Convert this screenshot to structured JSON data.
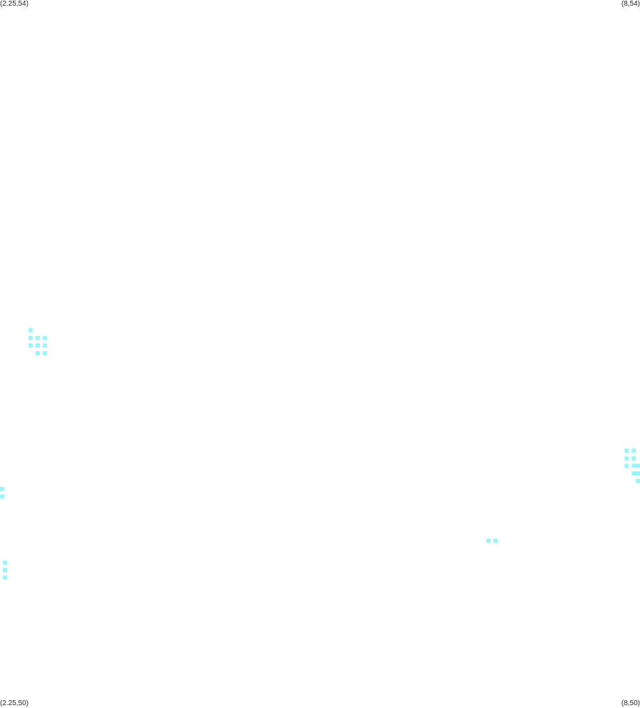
{
  "corner_labels": {
    "top_left": "(2.25,54)",
    "top_right": "(8,54)",
    "bottom_left": "(2.25,50)",
    "bottom_right": "(8,50)"
  },
  "chart_data": {
    "type": "scatter",
    "title": "",
    "xlabel": "",
    "ylabel": "",
    "xlim": [
      2.25,
      8
    ],
    "ylim": [
      50,
      54
    ],
    "grid": false,
    "point_color": "#99f5fa",
    "marker": "square",
    "points": [
      {
        "x": 2.524,
        "y": 52.134
      },
      {
        "x": 2.524,
        "y": 52.09
      },
      {
        "x": 2.524,
        "y": 52.048
      },
      {
        "x": 2.589,
        "y": 52.09
      },
      {
        "x": 2.589,
        "y": 52.048
      },
      {
        "x": 2.589,
        "y": 52.004
      },
      {
        "x": 2.653,
        "y": 52.09
      },
      {
        "x": 2.653,
        "y": 52.048
      },
      {
        "x": 2.653,
        "y": 52.004
      },
      {
        "x": 2.253,
        "y": 51.237
      },
      {
        "x": 2.253,
        "y": 51.195
      },
      {
        "x": 2.295,
        "y": 50.821
      },
      {
        "x": 2.295,
        "y": 50.779
      },
      {
        "x": 2.295,
        "y": 50.737
      },
      {
        "x": 6.638,
        "y": 50.945
      },
      {
        "x": 6.704,
        "y": 50.945
      },
      {
        "x": 7.88,
        "y": 51.454
      },
      {
        "x": 7.88,
        "y": 51.41
      },
      {
        "x": 7.88,
        "y": 51.368
      },
      {
        "x": 7.944,
        "y": 51.454
      },
      {
        "x": 7.944,
        "y": 51.41
      },
      {
        "x": 7.944,
        "y": 51.368
      },
      {
        "x": 7.944,
        "y": 51.325
      },
      {
        "x": 7.997,
        "y": 51.368
      },
      {
        "x": 7.997,
        "y": 51.325
      },
      {
        "x": 7.997,
        "y": 51.283
      }
    ]
  }
}
